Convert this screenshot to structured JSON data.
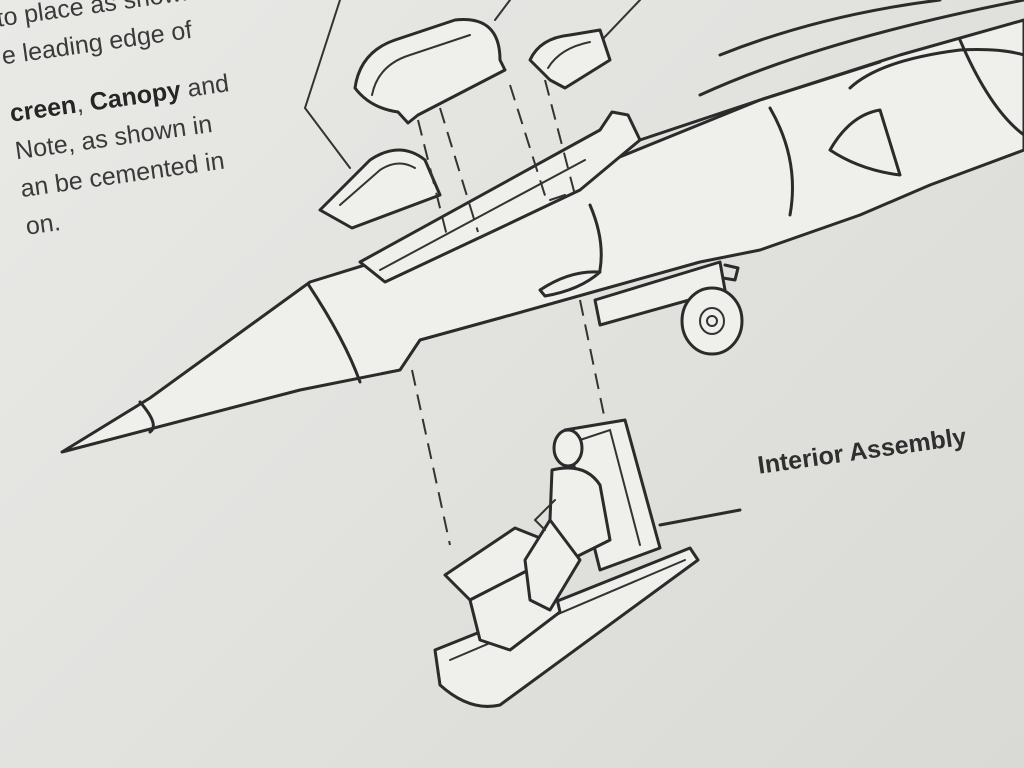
{
  "instructions": {
    "line1": "to place as shown",
    "line2": "e leading edge of",
    "line3_part1": "creen",
    "line3_sep": ", ",
    "line3_part2": "Canopy",
    "line3_part3": " and",
    "line4": "Note, as shown in",
    "line5": "an be cemented in",
    "line6": "on."
  },
  "callouts": {
    "interior_assembly": "Interior Assembly"
  },
  "colors": {
    "paper": "#e6e6e3",
    "ink": "#2b2b2b",
    "text": "#3a3a3a"
  }
}
